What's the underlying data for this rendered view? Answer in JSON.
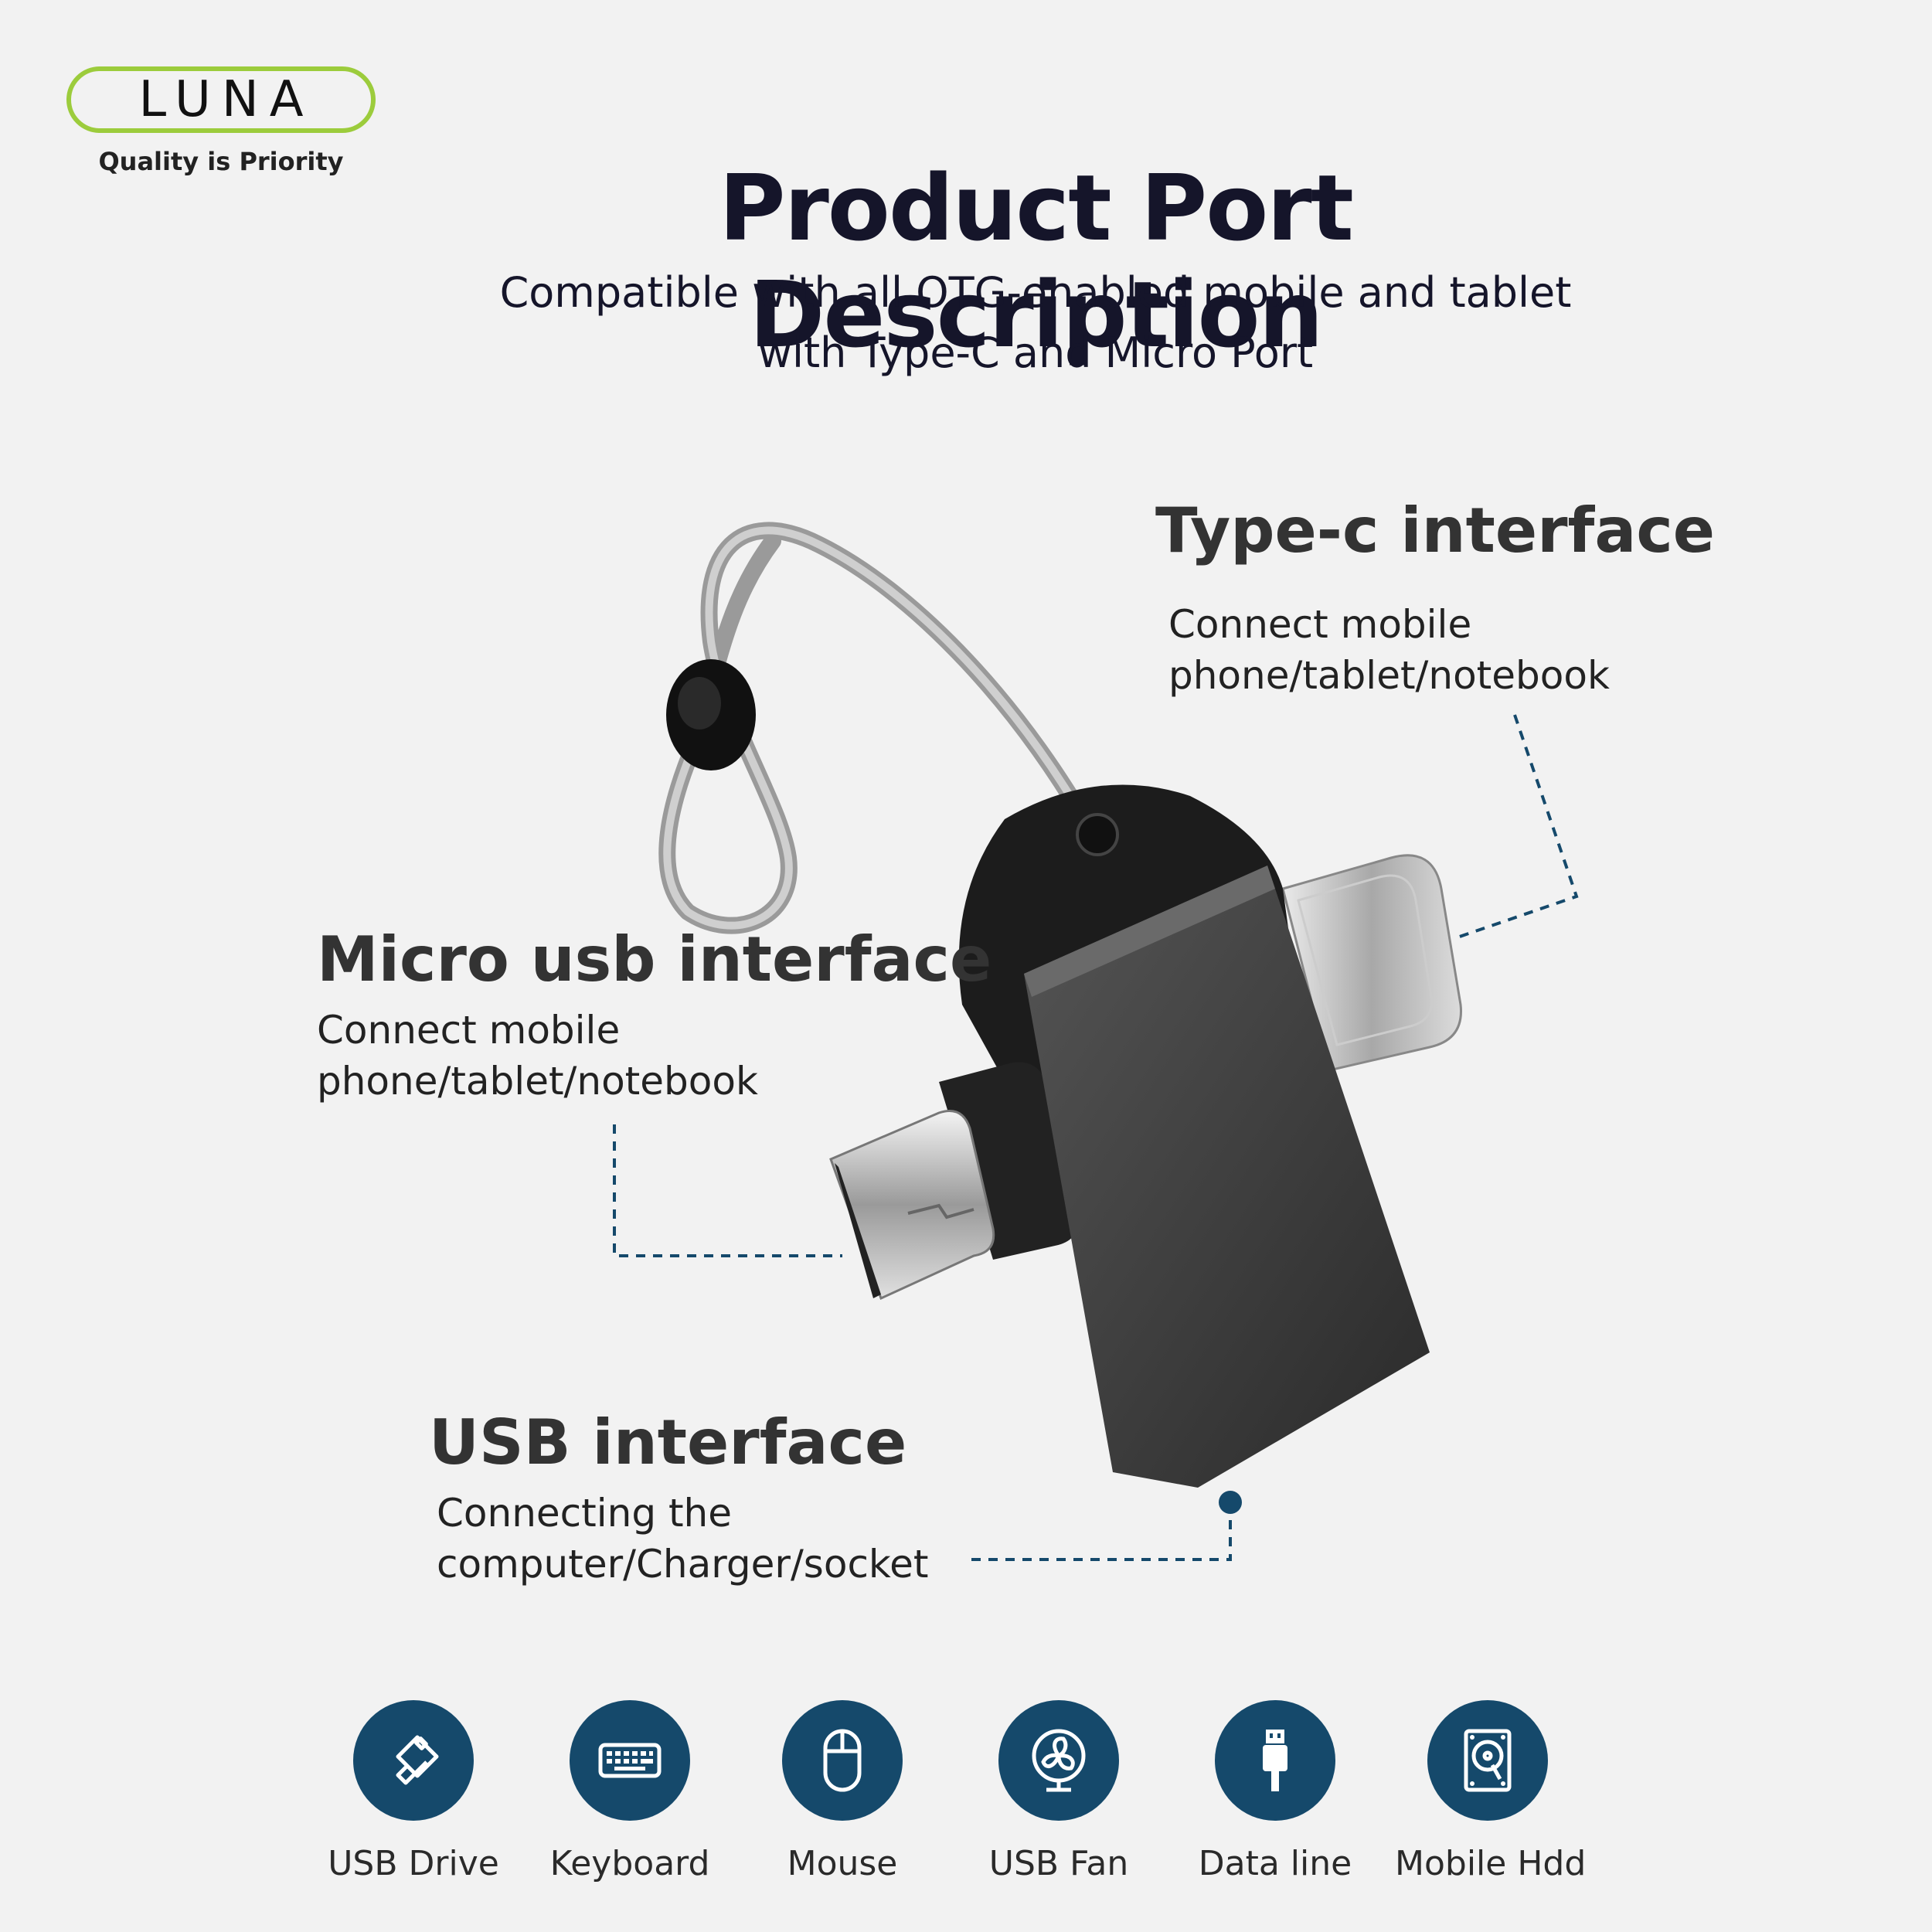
{
  "brand": {
    "name": "LUNA",
    "tagline": "Quality is Priority",
    "accent": "#9ccc3c"
  },
  "header": {
    "title": "Product Port Description",
    "subtitle_line1": "Compatible with all OTG-enabled mobile and tablet",
    "subtitle_line2": "with Type-C and Micro Port"
  },
  "ports": {
    "typec": {
      "title": "Type-c interface",
      "line1": "Connect mobile",
      "line2": "phone/tablet/notebook"
    },
    "micro": {
      "title": "Micro usb interface",
      "line1": "Connect mobile",
      "line2": "phone/tablet/notebook"
    },
    "usb": {
      "title": "USB interface",
      "line1": "Connecting the",
      "line2": "computer/Charger/socket"
    }
  },
  "uses": [
    {
      "label": "USB Drive",
      "icon": "usb-drive-icon"
    },
    {
      "label": "Keyboard",
      "icon": "keyboard-icon"
    },
    {
      "label": "Mouse",
      "icon": "mouse-icon"
    },
    {
      "label": "USB Fan",
      "icon": "fan-icon"
    },
    {
      "label": "Data line",
      "icon": "data-cable-icon"
    },
    {
      "label": "Mobile Hdd",
      "icon": "hard-drive-icon"
    }
  ],
  "colors": {
    "icon_circle": "#15496b",
    "leader_line": "#15496b",
    "background": "#f2f2f2"
  }
}
